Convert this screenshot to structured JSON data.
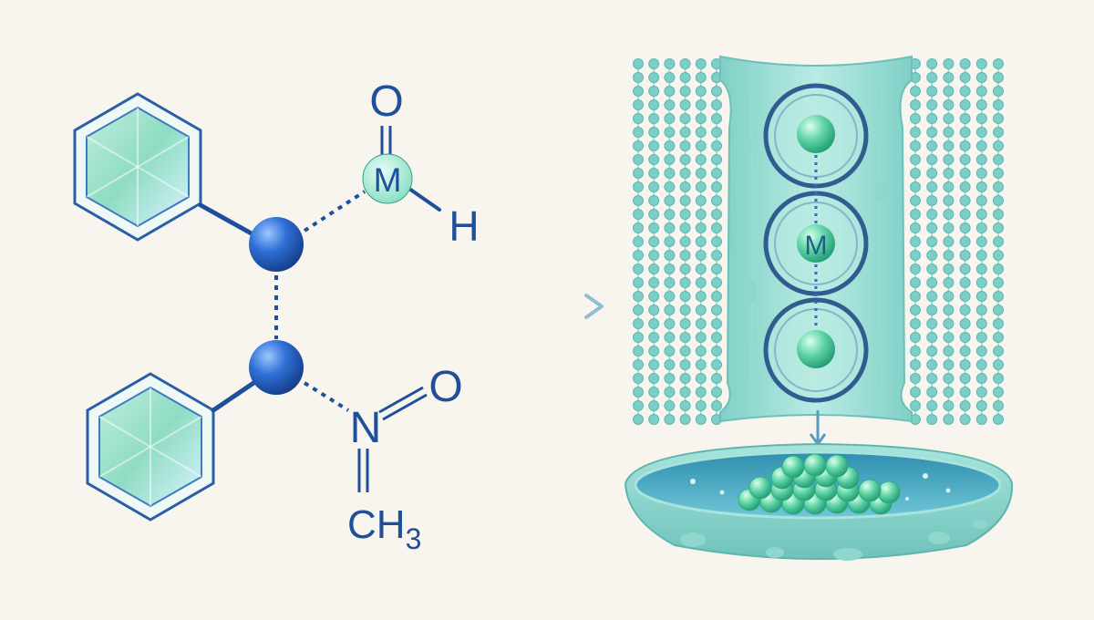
{
  "molecule": {
    "atoms": {
      "oxygen_top": "O",
      "metal": "M",
      "hydrogen": "H",
      "nitrogen": "N",
      "oxygen_nitroso": "O",
      "methyl_c": "CH",
      "methyl_sub": "3"
    }
  },
  "channel": {
    "metal_label": "M"
  },
  "colors": {
    "background": "#f7f5ee",
    "bond_blue": "#1f4f9a",
    "atom_blue": "#2f6fd6",
    "metal_green": "#5fd3a4",
    "membrane_teal": "#7ccfc8",
    "arrow_pale": "#a9cfe0"
  },
  "icons": {
    "benzene": "hexagon-ring",
    "reaction_arrow": "arrow-right",
    "cell": "mitochondrion"
  }
}
